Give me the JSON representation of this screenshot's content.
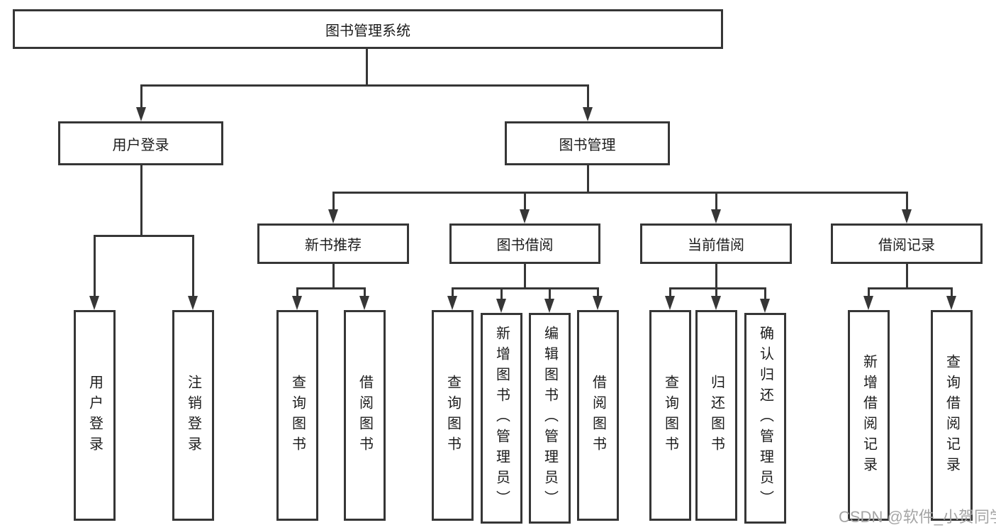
{
  "tree": {
    "label": "图书管理系统",
    "children": [
      {
        "label": "用户登录",
        "children": [
          {
            "label": "用户登录"
          },
          {
            "label": "注销登录"
          }
        ]
      },
      {
        "label": "图书管理",
        "children": [
          {
            "label": "新书推荐",
            "children": [
              {
                "label": "查询图书"
              },
              {
                "label": "借阅图书"
              }
            ]
          },
          {
            "label": "图书借阅",
            "children": [
              {
                "label": "查询图书"
              },
              {
                "label": "新增图书（管理员）"
              },
              {
                "label": "编辑图书（管理员）"
              },
              {
                "label": "借阅图书"
              }
            ]
          },
          {
            "label": "当前借阅",
            "children": [
              {
                "label": "查询图书"
              },
              {
                "label": "归还图书"
              },
              {
                "label": "确认归还（管理员）"
              }
            ]
          },
          {
            "label": "借阅记录",
            "children": [
              {
                "label": "新增借阅记录"
              },
              {
                "label": "查询借阅记录"
              }
            ]
          }
        ]
      }
    ]
  },
  "watermark": {
    "text": "CSDN @软件_小贺同学"
  },
  "colors": {
    "line": "#363636",
    "text": "#1c1c1c",
    "watermark": "#a5a5a5",
    "background": "#ffffff"
  }
}
